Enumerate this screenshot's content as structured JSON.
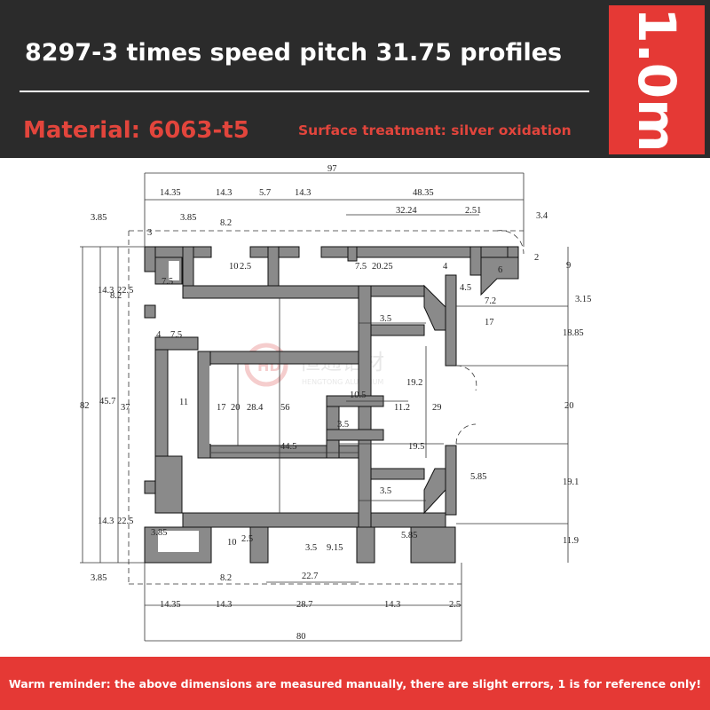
{
  "header": {
    "title": "8297-3 times speed pitch 31.75 profiles",
    "material": "Material: 6063-t5",
    "surface": "Surface treatment: silver oxidation",
    "length": "1.0m"
  },
  "watermark": {
    "brand": "恒通铝材",
    "brand_en": "HENGTONG ALUMINUM"
  },
  "drawing": {
    "dimensions": {
      "top_total": "97",
      "top_segments": [
        "14.35",
        "14.3",
        "5.7",
        "14.3",
        "48.35"
      ],
      "d_32_24": "32.24",
      "d_2_51": "2.51",
      "d_3_4": "3.4",
      "d_3_85": "3.85",
      "d_8_2": "8.2",
      "d_3": "3",
      "d_2_5": "2.5",
      "d_10": "10",
      "d_7_5": "7.5",
      "d_20_25": "20.25",
      "d_4": "4",
      "d_6": "6",
      "d_2": "2",
      "d_9": "9",
      "d_4_5": "4.5",
      "d_7_2": "7.2",
      "d_3_15": "3.15",
      "d_17": "17",
      "d_3_5": "3.5",
      "d_18_85": "18.85",
      "d_14_3": "14.3",
      "d_22_5": "22.5",
      "d_45_7": "45.7",
      "d_37": "37",
      "d_82": "82",
      "d_11": "11",
      "d_28_4": "28.4",
      "d_56": "56",
      "d_10_5": "10.5",
      "d_19_2": "19.2",
      "d_11_2": "11.2",
      "d_29": "29",
      "d_44_5": "44.5",
      "d_19_5": "19.5",
      "d_20": "20",
      "d_5_85": "5.85",
      "d_19_1": "19.1",
      "d_11_9": "11.9",
      "d_9_15": "9.15",
      "d_22_7": "22.7",
      "d_28_7": "28.7",
      "bottom_segments": [
        "14.35",
        "14.3",
        "28.7",
        "14.3",
        "2.5"
      ],
      "bottom_total": "80"
    }
  },
  "footer": {
    "note": "Warm reminder: the above dimensions are measured manually, there are slight errors, 1 is for reference only!"
  },
  "colors": {
    "header_bg": "#2b2b2b",
    "accent_red": "#e53935",
    "material_red": "#e2453c",
    "profile_fill": "#8a8a8a"
  }
}
